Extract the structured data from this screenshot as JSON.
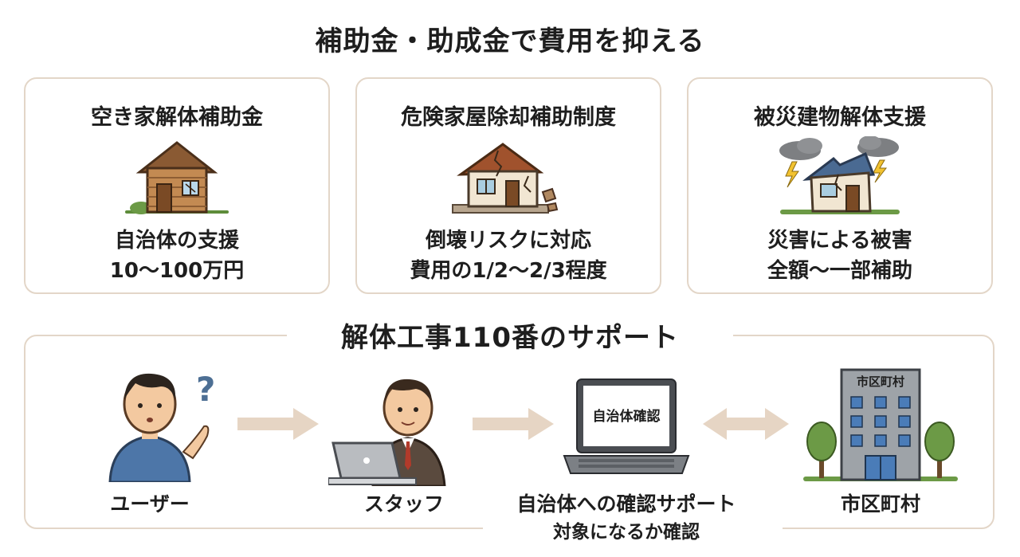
{
  "title": "補助金・助成金で費用を抑える",
  "cards": [
    {
      "title": "空き家解体補助金",
      "icon": "wooden-house-icon",
      "lines": [
        "自治体の支援",
        "10〜100万円"
      ]
    },
    {
      "title": "危険家屋除却補助制度",
      "icon": "cracked-house-icon",
      "lines": [
        "倒壊リスクに対応",
        "費用の1/2〜2/3程度"
      ]
    },
    {
      "title": "被災建物解体支援",
      "icon": "storm-damaged-house-icon",
      "lines": [
        "災害による被害",
        "全額〜一部補助"
      ]
    }
  ],
  "support": {
    "title": "解体工事110番のサポート",
    "user_label": "ユーザー",
    "staff_label": "スタッフ",
    "laptop_screen_text": "自治体確認",
    "laptop_label": "自治体への確認サポート",
    "laptop_sublabel": "対象になるか確認",
    "building_sign": "市区町村",
    "building_label": "市区町村"
  },
  "colors": {
    "card_border": "#e3d6c8",
    "arrow": "#e6d5c4",
    "text": "#1e1e1e"
  }
}
